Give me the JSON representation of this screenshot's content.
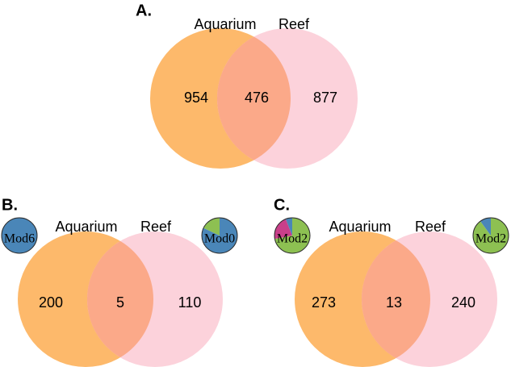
{
  "colors": {
    "aquarium": "#FDB96B",
    "reef": "#FCD2DB",
    "overlap": "#FBA989",
    "blue": "#4A86B8",
    "green": "#8DC052",
    "magenta": "#C9408A",
    "outline": "#2a2a2a"
  },
  "panels": [
    {
      "panel_label": "A.",
      "set_left": "Aquarium",
      "set_right": "Reef",
      "left_only": "954",
      "overlap": "476",
      "right_only": "877"
    },
    {
      "panel_label": "B.",
      "set_left": "Aquarium",
      "set_right": "Reef",
      "left_only": "200",
      "overlap": "5",
      "right_only": "110",
      "module_left": {
        "label": "Mod6",
        "slices": [
          {
            "color": "blue",
            "fraction": 1.0
          }
        ]
      },
      "module_right": {
        "label": "Mod0",
        "slices": [
          {
            "color": "blue",
            "fraction": 0.82
          },
          {
            "color": "green",
            "fraction": 0.18
          }
        ]
      }
    },
    {
      "panel_label": "C.",
      "set_left": "Aquarium",
      "set_right": "Reef",
      "left_only": "273",
      "overlap": "13",
      "right_only": "240",
      "module_left": {
        "label": "Mod2",
        "slices": [
          {
            "color": "green",
            "fraction": 0.72
          },
          {
            "color": "magenta",
            "fraction": 0.22
          },
          {
            "color": "blue",
            "fraction": 0.06
          }
        ]
      },
      "module_right": {
        "label": "Mod2",
        "slices": [
          {
            "color": "green",
            "fraction": 0.9
          },
          {
            "color": "blue",
            "fraction": 0.1
          }
        ]
      }
    }
  ]
}
